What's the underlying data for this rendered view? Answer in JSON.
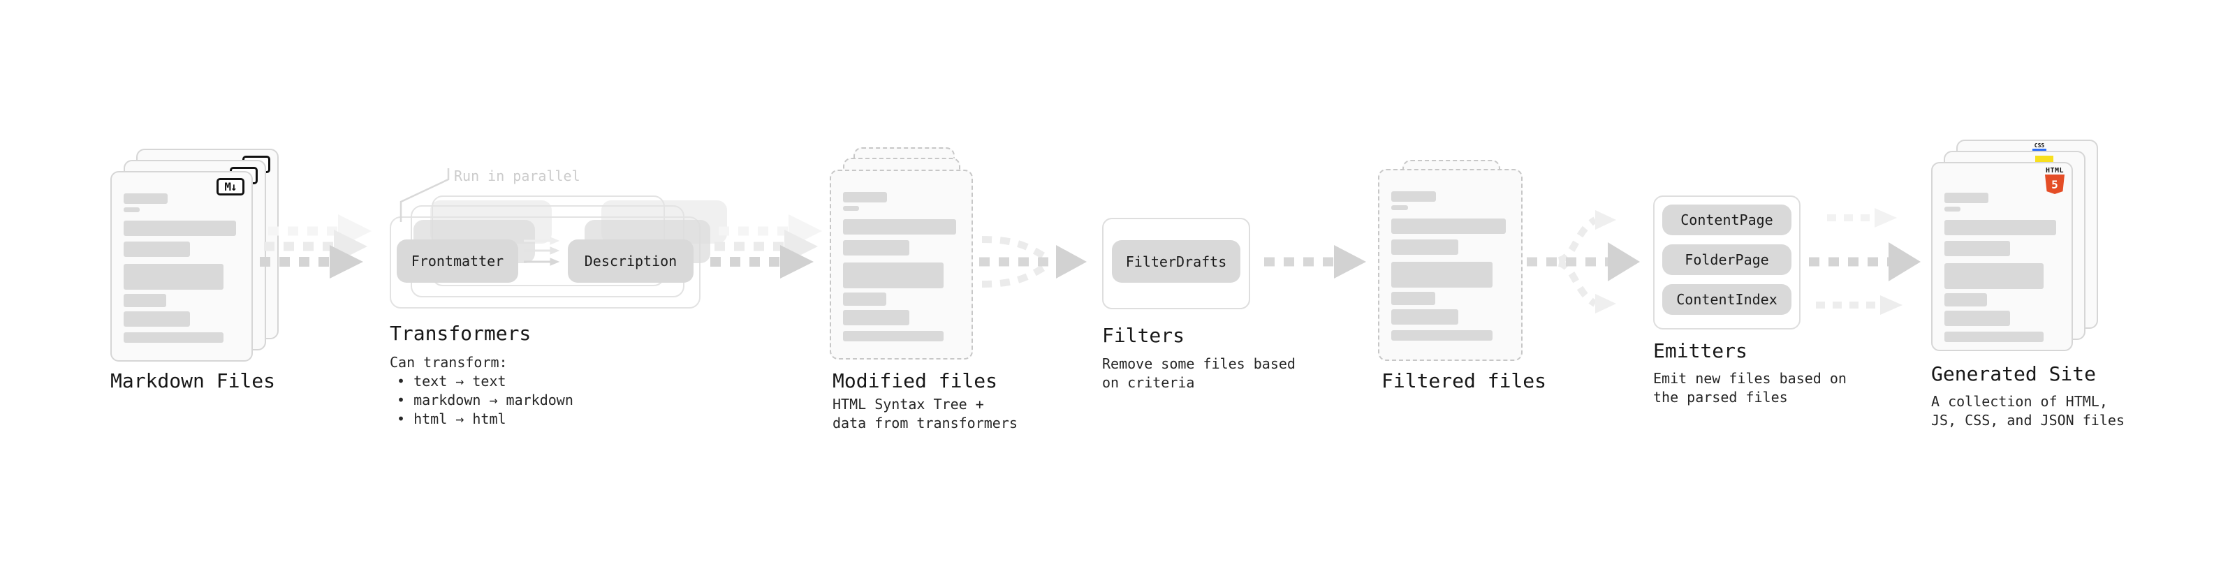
{
  "stages": {
    "markdown_files": {
      "label": "Markdown Files",
      "badge": "M↓"
    },
    "transformers": {
      "label": "Transformers",
      "annotation": "Run in parallel",
      "node_frontmatter": "Frontmatter",
      "node_description": "Description",
      "can_transform_title": "Can transform:",
      "bullets": [
        "• text → text",
        "• markdown → markdown",
        "• html → html"
      ]
    },
    "modified_files": {
      "label": "Modified files",
      "desc": [
        "HTML Syntax Tree +",
        "data from transformers"
      ]
    },
    "filters": {
      "label": "Filters",
      "node_filterdrafts": "FilterDrafts",
      "desc": [
        "Remove some files based",
        "on criteria"
      ]
    },
    "filtered_files": {
      "label": "Filtered files"
    },
    "emitters": {
      "label": "Emitters",
      "nodes": [
        "ContentPage",
        "FolderPage",
        "ContentIndex"
      ],
      "desc": [
        "Emit new files based on",
        "the parsed files"
      ]
    },
    "generated_site": {
      "label": "Generated Site",
      "desc": [
        "A collection of HTML,",
        "JS, CSS, and JSON files"
      ],
      "badges": {
        "css": "CSS",
        "html_top": "HTML",
        "html_number": "5"
      }
    }
  },
  "colors": {
    "card_bg": "#fafafa",
    "bar": "#d9d9d9",
    "node_bg": "#d9d9d9",
    "card_border": "#d6d6d6",
    "dashed_border": "#c7c7c7",
    "arrow": "#d4d4d4",
    "annotation": "#cccccc",
    "heading": "#171717",
    "body_text": "#262626",
    "html5_orange": "#e44d26",
    "js_yellow": "#f7df1e",
    "css_blue": "#2d6df6",
    "badge_black": "#111111"
  }
}
